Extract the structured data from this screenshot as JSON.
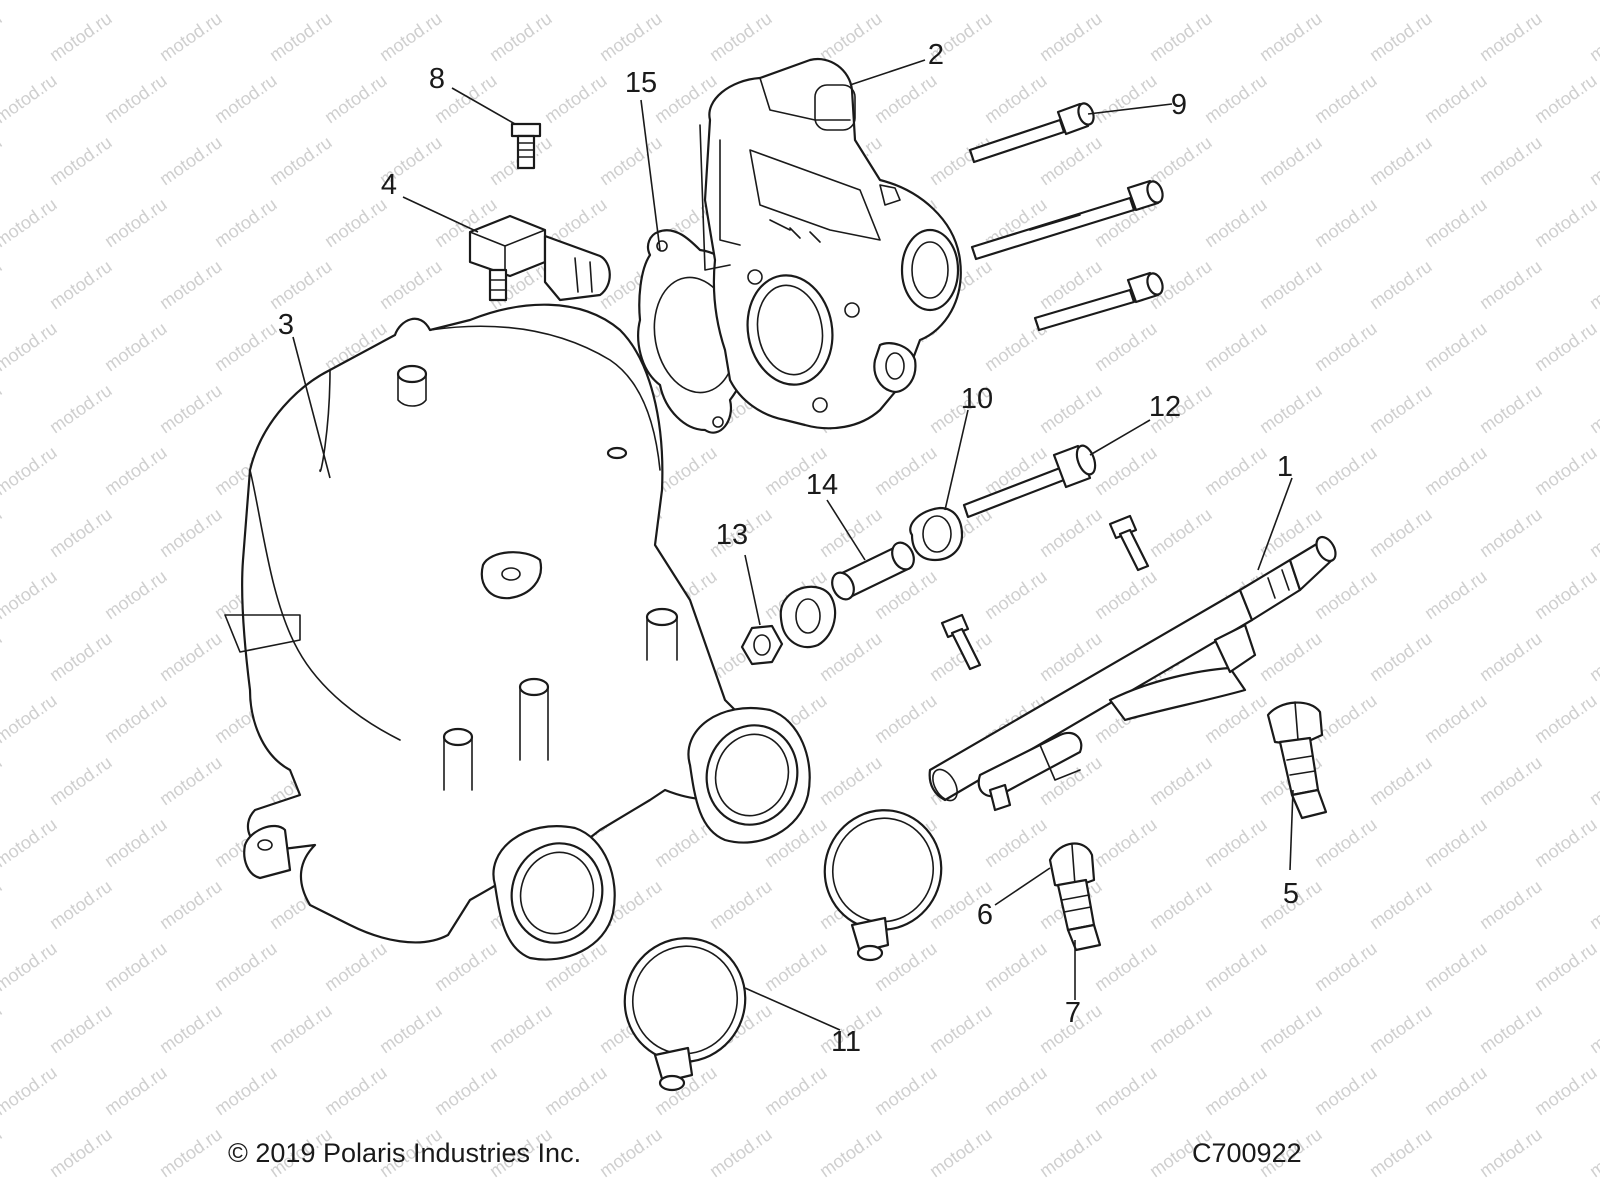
{
  "watermark": "motod.ru",
  "footer": {
    "copyright": "© 2019 Polaris Industries Inc.",
    "drawing_code": "C700922"
  },
  "callouts": {
    "c1": "1",
    "c2": "2",
    "c3": "3",
    "c4": "4",
    "c5": "5",
    "c6": "6",
    "c7": "7",
    "c8": "8",
    "c9": "9",
    "c10": "10",
    "c11": "11",
    "c12": "12",
    "c13": "13",
    "c14": "14",
    "c15": "15"
  }
}
